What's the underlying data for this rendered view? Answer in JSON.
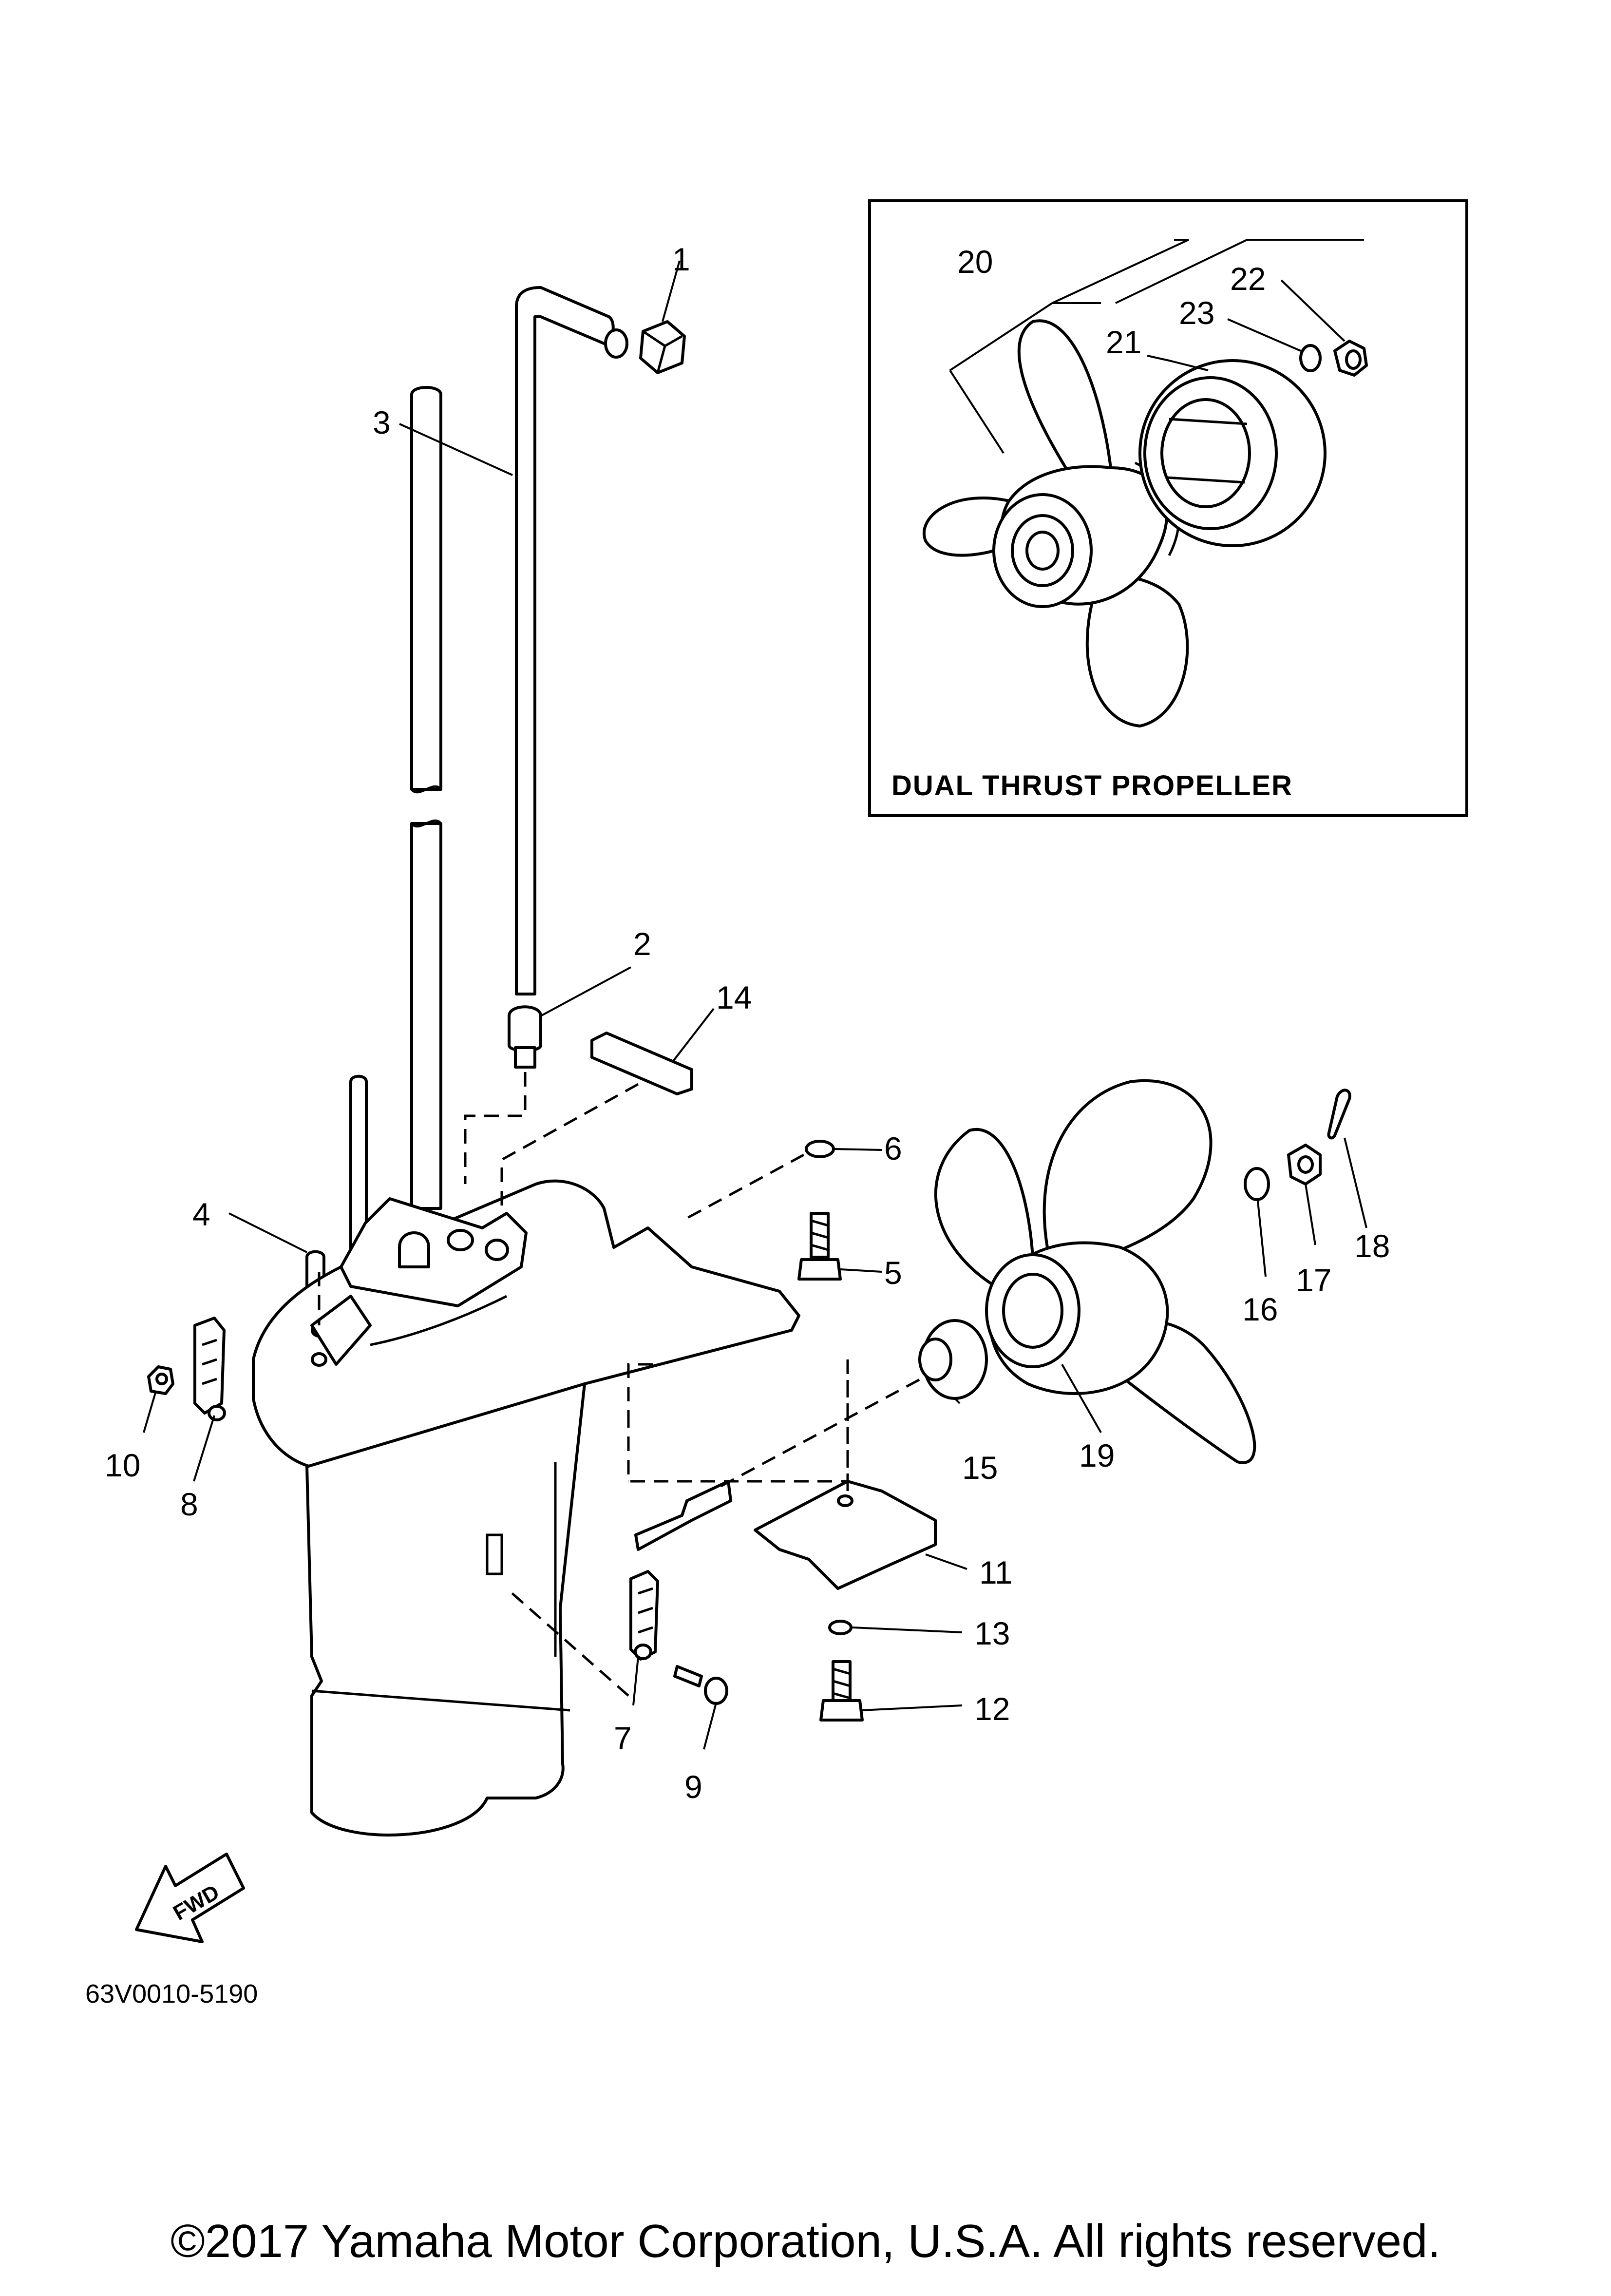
{
  "callouts": [
    "1",
    "2",
    "3",
    "4",
    "5",
    "6",
    "7",
    "8",
    "9",
    "10",
    "11",
    "12",
    "13",
    "14",
    "15",
    "16",
    "17",
    "18",
    "19",
    "20",
    "21",
    "22",
    "23"
  ],
  "inset_title": "DUAL THRUST PROPELLER",
  "fwd_label": "FWD",
  "drawing_code": "63V0010-5190",
  "copyright": "©2017 Yamaha Motor Corporation, U.S.A. All rights reserved."
}
